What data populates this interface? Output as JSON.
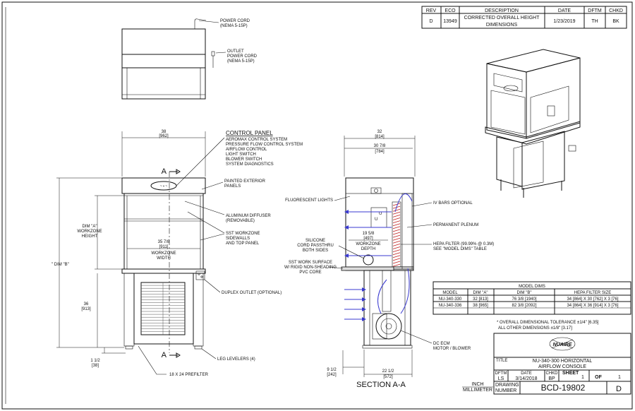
{
  "revision_block": {
    "headers": [
      "REV",
      "ECO",
      "DESCRIPTION",
      "DATE",
      "DFTM",
      "CHKD"
    ],
    "row": {
      "rev": "D",
      "eco": "13949",
      "description_line1": "CORRECTED OVERALL HEIGHT",
      "description_line2": "DIMENSIONS",
      "date": "1/23/2019",
      "dftm": "TH",
      "chkd": "BK"
    }
  },
  "top_view": {
    "power_cord_line1": "POWER CORD",
    "power_cord_line2": "(NEMA 5-15P)",
    "outlet_cord_line1": "OUTLET",
    "outlet_cord_line2": "POWER CORD",
    "outlet_cord_line3": "(NEMA 5-15P)"
  },
  "front_view": {
    "overall_width": "38",
    "overall_width_mm": "[962]",
    "control_panel_title": "CONTROL PANEL",
    "control_panel_items": [
      "AEROMAX CONTROL SYSTEM",
      "PRESSURE FLOW CONTROL SYSTEM",
      "AIRFLOW CONTROL",
      "LIGHT SWITCH",
      "BLOWER SWITCH",
      "SYSTEM DIAGNOSTICS"
    ],
    "section_marker": "A",
    "painted_panels_line1": "PAINTED EXTERIOR",
    "painted_panels_line2": "PANELS",
    "diffuser_line1": "ALUMINUM DIFFUSER",
    "diffuser_line2": "(REMOVABLE)",
    "sst_line1": "SST WORKZONE",
    "sst_line2": "SIDEWALLS",
    "sst_line3": "AND TOP PANEL",
    "dim_a_line1": "DIM \"A\"",
    "dim_a_line2": "WORKZONE",
    "dim_a_line3": "HEIGHT",
    "dim_b": "\" DIM \"B\"",
    "workzone_width": "35 7/8",
    "workzone_width_mm": "[911]",
    "workzone_width_line1": "WORKZONE",
    "workzone_width_line2": "WIDTH",
    "stand_height": "36",
    "stand_height_mm": "[913]",
    "duplex_outlet": "DUPLEX OUTLET (OPTIONAL)",
    "leg_levelers": "LEG LEVELERS (4)",
    "leveler_dim": "1 1/2",
    "leveler_dim_mm": "[38]",
    "prefilter": "18 X 24 PREFILTER"
  },
  "section_view": {
    "overall_depth": "32",
    "overall_depth_mm": "[814]",
    "cabinet_depth": "30 7/8",
    "cabinet_depth_mm": "[784]",
    "fluorescent": "FLUORESCENT LIGHTS",
    "iv_bars": "IV BARS OPTIONAL",
    "plenum": "PERMANENT PLENUM",
    "workzone_depth": "19 5/8",
    "workzone_depth_mm": "[497]",
    "workzone_depth_line1": "WORKZONE",
    "workzone_depth_line2": "DEPTH",
    "hepa_line1": "HEPA FILTER (99.99% @ 0.3M)",
    "hepa_line2": "SEE \"MODEL DIMS\" TABLE",
    "silicone_line1": "SILICONE",
    "silicone_line2": "CORD PASSTHRU",
    "silicone_line3": "BOTH SIDES",
    "work_surface_line1": "SST WORK SURFACE",
    "work_surface_line2": "W/ RIGID NON-SHEADING",
    "work_surface_line3": "PVC CORE",
    "motor_line1": "DC ECM",
    "motor_line2": "MOTOR / BLOWER",
    "footer_dim": "9 1/2",
    "footer_dim_mm": "[242]",
    "base_depth": "22 1/2",
    "base_depth_mm": "[572]",
    "section_title": "SECTION A-A",
    "mark_u": "U"
  },
  "model_dims": {
    "title": "MODEL DIMS",
    "headers": [
      "MODEL",
      "DIM \"A\"",
      "DIM \"B\"",
      "HEPA FILTER SIZE"
    ],
    "rows": [
      {
        "model": "NU-340-330",
        "dim_a": "32 [813]",
        "dim_b": "76 3/8 [1940]",
        "hepa": "34 [864] X 30 [762] X 3 [76]"
      },
      {
        "model": "NU-340-336",
        "dim_a": "38 [965]",
        "dim_b": "82 3/8 [2092]",
        "hepa": "34 [864] X 36 [914] X 3 [76]"
      }
    ]
  },
  "notes": {
    "line1": "* OVERALL DIMENSIONAL TOLERANCE ±1/4\" [6.35]",
    "line2": "ALL OTHER DIMENSIONS ±1/8\" [3.17]"
  },
  "title_block": {
    "logo_text": "NUAIRE",
    "title_label": "TITLE",
    "title_line1": "NU-340-300 HORIZONTAL",
    "title_line2": "AIRFLOW CONSOLE",
    "dftm_label": "DFTM",
    "dftm_value": "LS",
    "date_label": "DATE",
    "date_value": "3/14/2018",
    "chkd_label": "CHKD",
    "chkd_value": "BP",
    "sheet_label": "SHEET",
    "sheet_value": "1",
    "of_label": "OF",
    "of_value": "1",
    "drawing_label_line1": "DRAWING",
    "drawing_label_line2": "NUMBER",
    "drawing_number": "BCD-19802",
    "revision": "D",
    "units_line1": "INCH",
    "units_line2": "MILLIMETER"
  }
}
